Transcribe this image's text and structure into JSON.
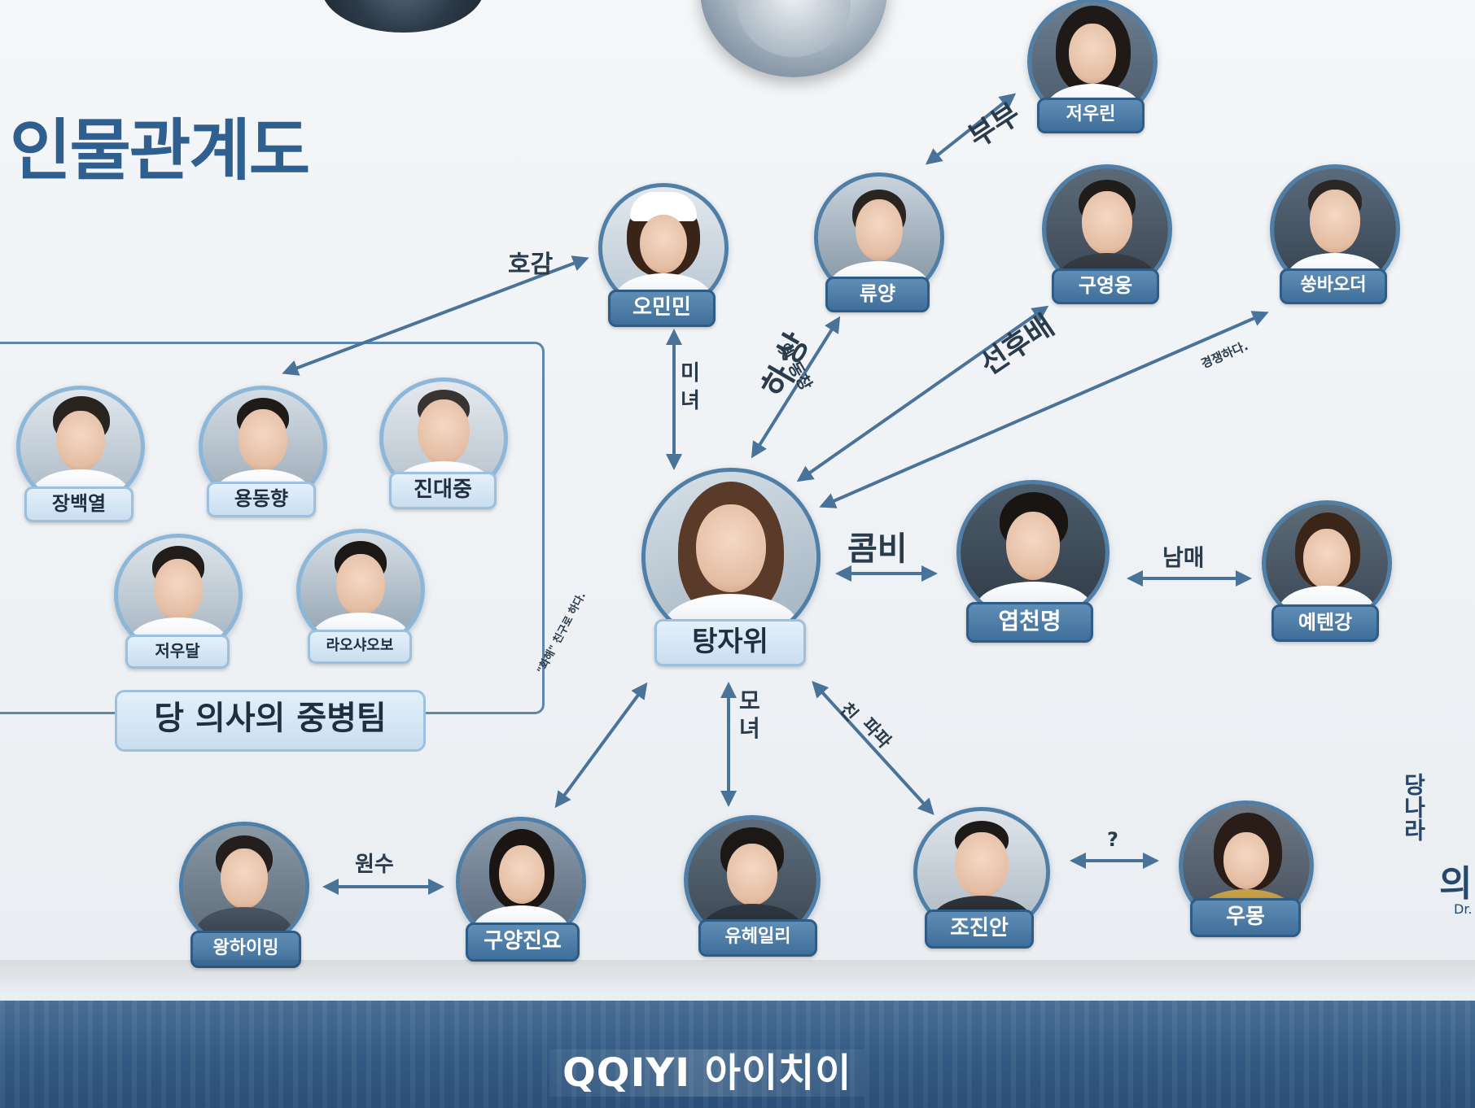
{
  "title": "인물관계도",
  "team_label": "당 의사의 중병팀",
  "side_brand": {
    "vertical": "당나라",
    "logo": "의",
    "sub": "Dr."
  },
  "watermark": "QQIYI 아이치이",
  "colors": {
    "accent": "#2f5f8f",
    "bar": "#3f6f9a",
    "barLight": "#d6e7f6",
    "arrow": "#4a7399"
  },
  "characters": {
    "tang": "탕자위",
    "omin": "오민민",
    "liu": "류양",
    "jeo": "저우린",
    "gu": "구영웅",
    "ssung": "쑹바오더",
    "yeop": "엽천명",
    "ye": "예텐강",
    "jang": "장백열",
    "yong": "용동향",
    "jin": "진대중",
    "jeou": "저우달",
    "lao": "라오샤오보",
    "wang": "왕하이밍",
    "guyang": "구양진요",
    "yu": "유헤일리",
    "jo": "조진안",
    "u": "우몽"
  },
  "relations": {
    "hogam": "호감",
    "bubu": "부부",
    "mi": "미",
    "nyeo": "녀",
    "sang": "상",
    "ha": "하",
    "yet_dongchang": "옛 동창",
    "seonhubae": "선후배",
    "gyeongjaeng": "경쟁하다.",
    "kombi": "콤비",
    "nammae": "남매",
    "mo": "모",
    "nyeo2": "녀",
    "chin": "친",
    "papa": "파파",
    "chingu": "\"화해\" 친구로 하다.",
    "wonsu": "원수",
    "question": "?"
  }
}
